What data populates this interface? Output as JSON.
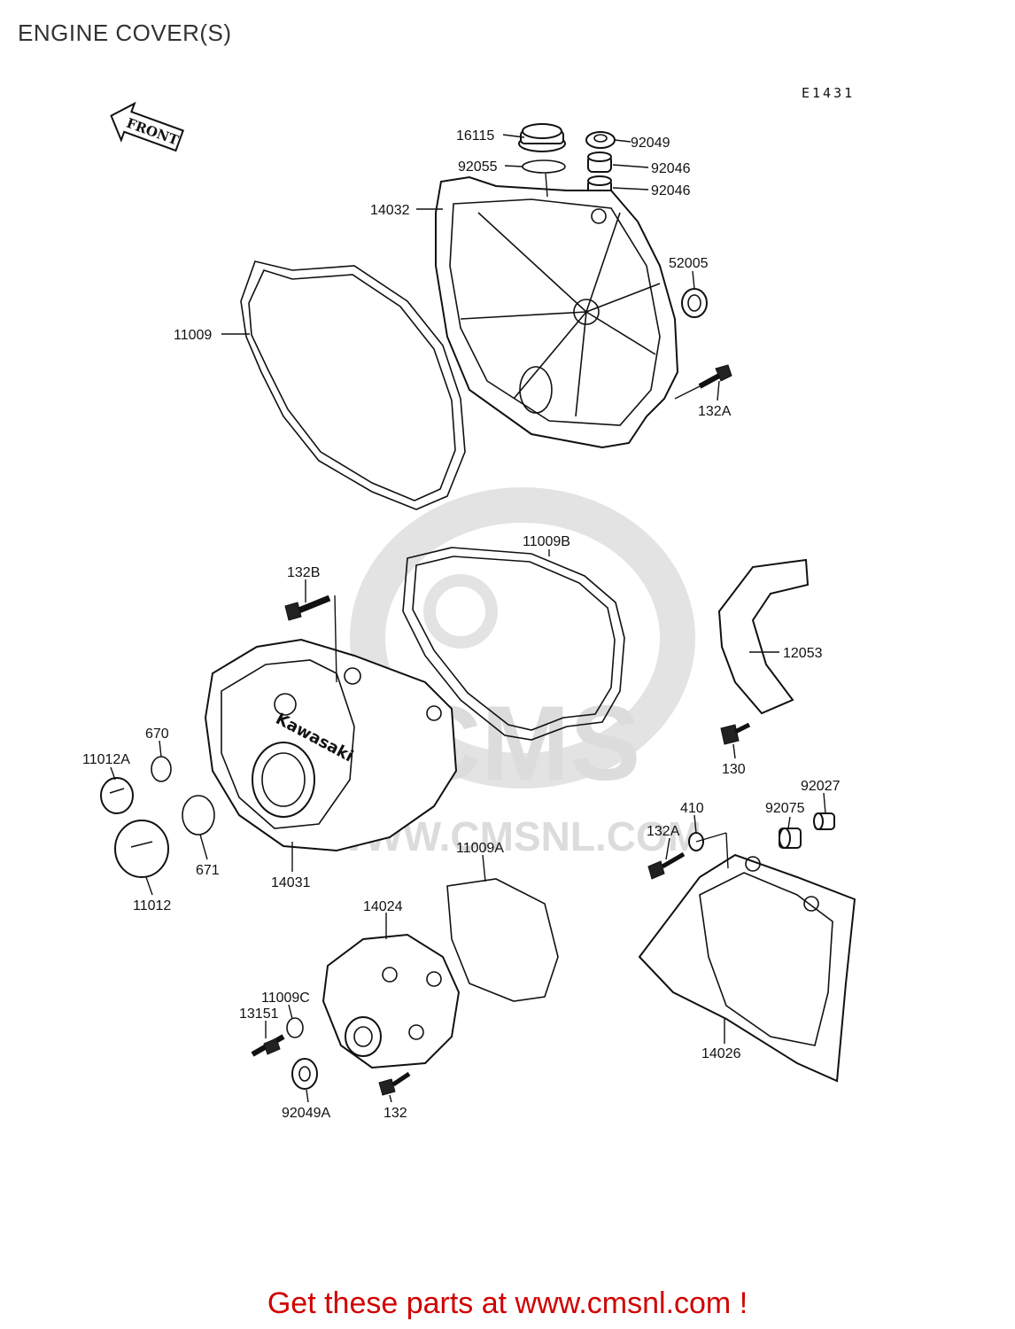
{
  "title": "ENGINE COVER(S)",
  "diagram_code": "E1431",
  "front_label": "FRONT",
  "brand_mark": "Kawasaki",
  "watermark": {
    "logo": "CMS",
    "url": "WWW.CMSNL.COM"
  },
  "parts": [
    {
      "id": "p16115",
      "number": "16115"
    },
    {
      "id": "p92049",
      "number": "92049"
    },
    {
      "id": "p92055",
      "number": "92055"
    },
    {
      "id": "p92046a",
      "number": "92046"
    },
    {
      "id": "p92046b",
      "number": "92046"
    },
    {
      "id": "p14032",
      "number": "14032"
    },
    {
      "id": "p52005",
      "number": "52005"
    },
    {
      "id": "p11009",
      "number": "11009"
    },
    {
      "id": "p132A_top",
      "number": "132A"
    },
    {
      "id": "p11009B",
      "number": "11009B"
    },
    {
      "id": "p132B",
      "number": "132B"
    },
    {
      "id": "p12053",
      "number": "12053"
    },
    {
      "id": "p670",
      "number": "670"
    },
    {
      "id": "p11012A",
      "number": "11012A"
    },
    {
      "id": "p130",
      "number": "130"
    },
    {
      "id": "p92027",
      "number": "92027"
    },
    {
      "id": "p410",
      "number": "410"
    },
    {
      "id": "p92075",
      "number": "92075"
    },
    {
      "id": "p132A_bot",
      "number": "132A"
    },
    {
      "id": "p671",
      "number": "671"
    },
    {
      "id": "p14031",
      "number": "14031"
    },
    {
      "id": "p11009A",
      "number": "11009A"
    },
    {
      "id": "p11012",
      "number": "11012"
    },
    {
      "id": "p14024",
      "number": "14024"
    },
    {
      "id": "p11009C",
      "number": "11009C"
    },
    {
      "id": "p13151",
      "number": "13151"
    },
    {
      "id": "p14026",
      "number": "14026"
    },
    {
      "id": "p92049A",
      "number": "92049A"
    },
    {
      "id": "p132",
      "number": "132"
    }
  ],
  "footer": "Get these parts at www.cmsnl.com !"
}
